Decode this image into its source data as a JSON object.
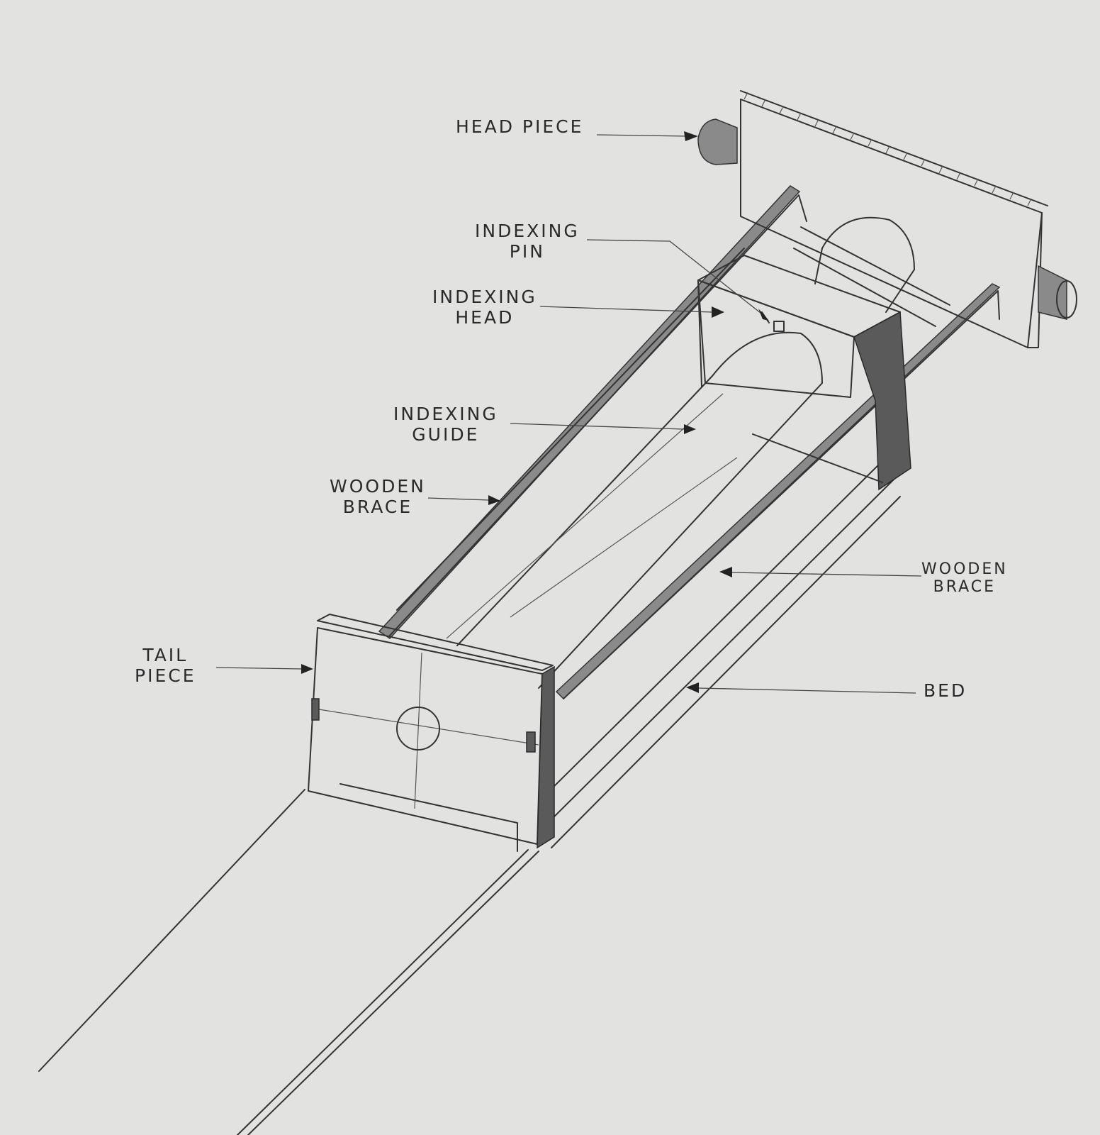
{
  "labels": {
    "head_piece": "HEAD PIECE",
    "indexing_pin_1": "INDEXING",
    "indexing_pin_2": "PIN",
    "indexing_head_1": "INDEXING",
    "indexing_head_2": "HEAD",
    "indexing_guide_1": "INDEXING",
    "indexing_guide_2": "GUIDE",
    "wooden_brace_left_1": "WOODEN",
    "wooden_brace_left_2": "BRACE",
    "wooden_brace_right_1": "WOODEN",
    "wooden_brace_right_2": "BRACE",
    "tail_piece_1": "TAIL",
    "tail_piece_2": "PIECE",
    "bed": "BED"
  }
}
